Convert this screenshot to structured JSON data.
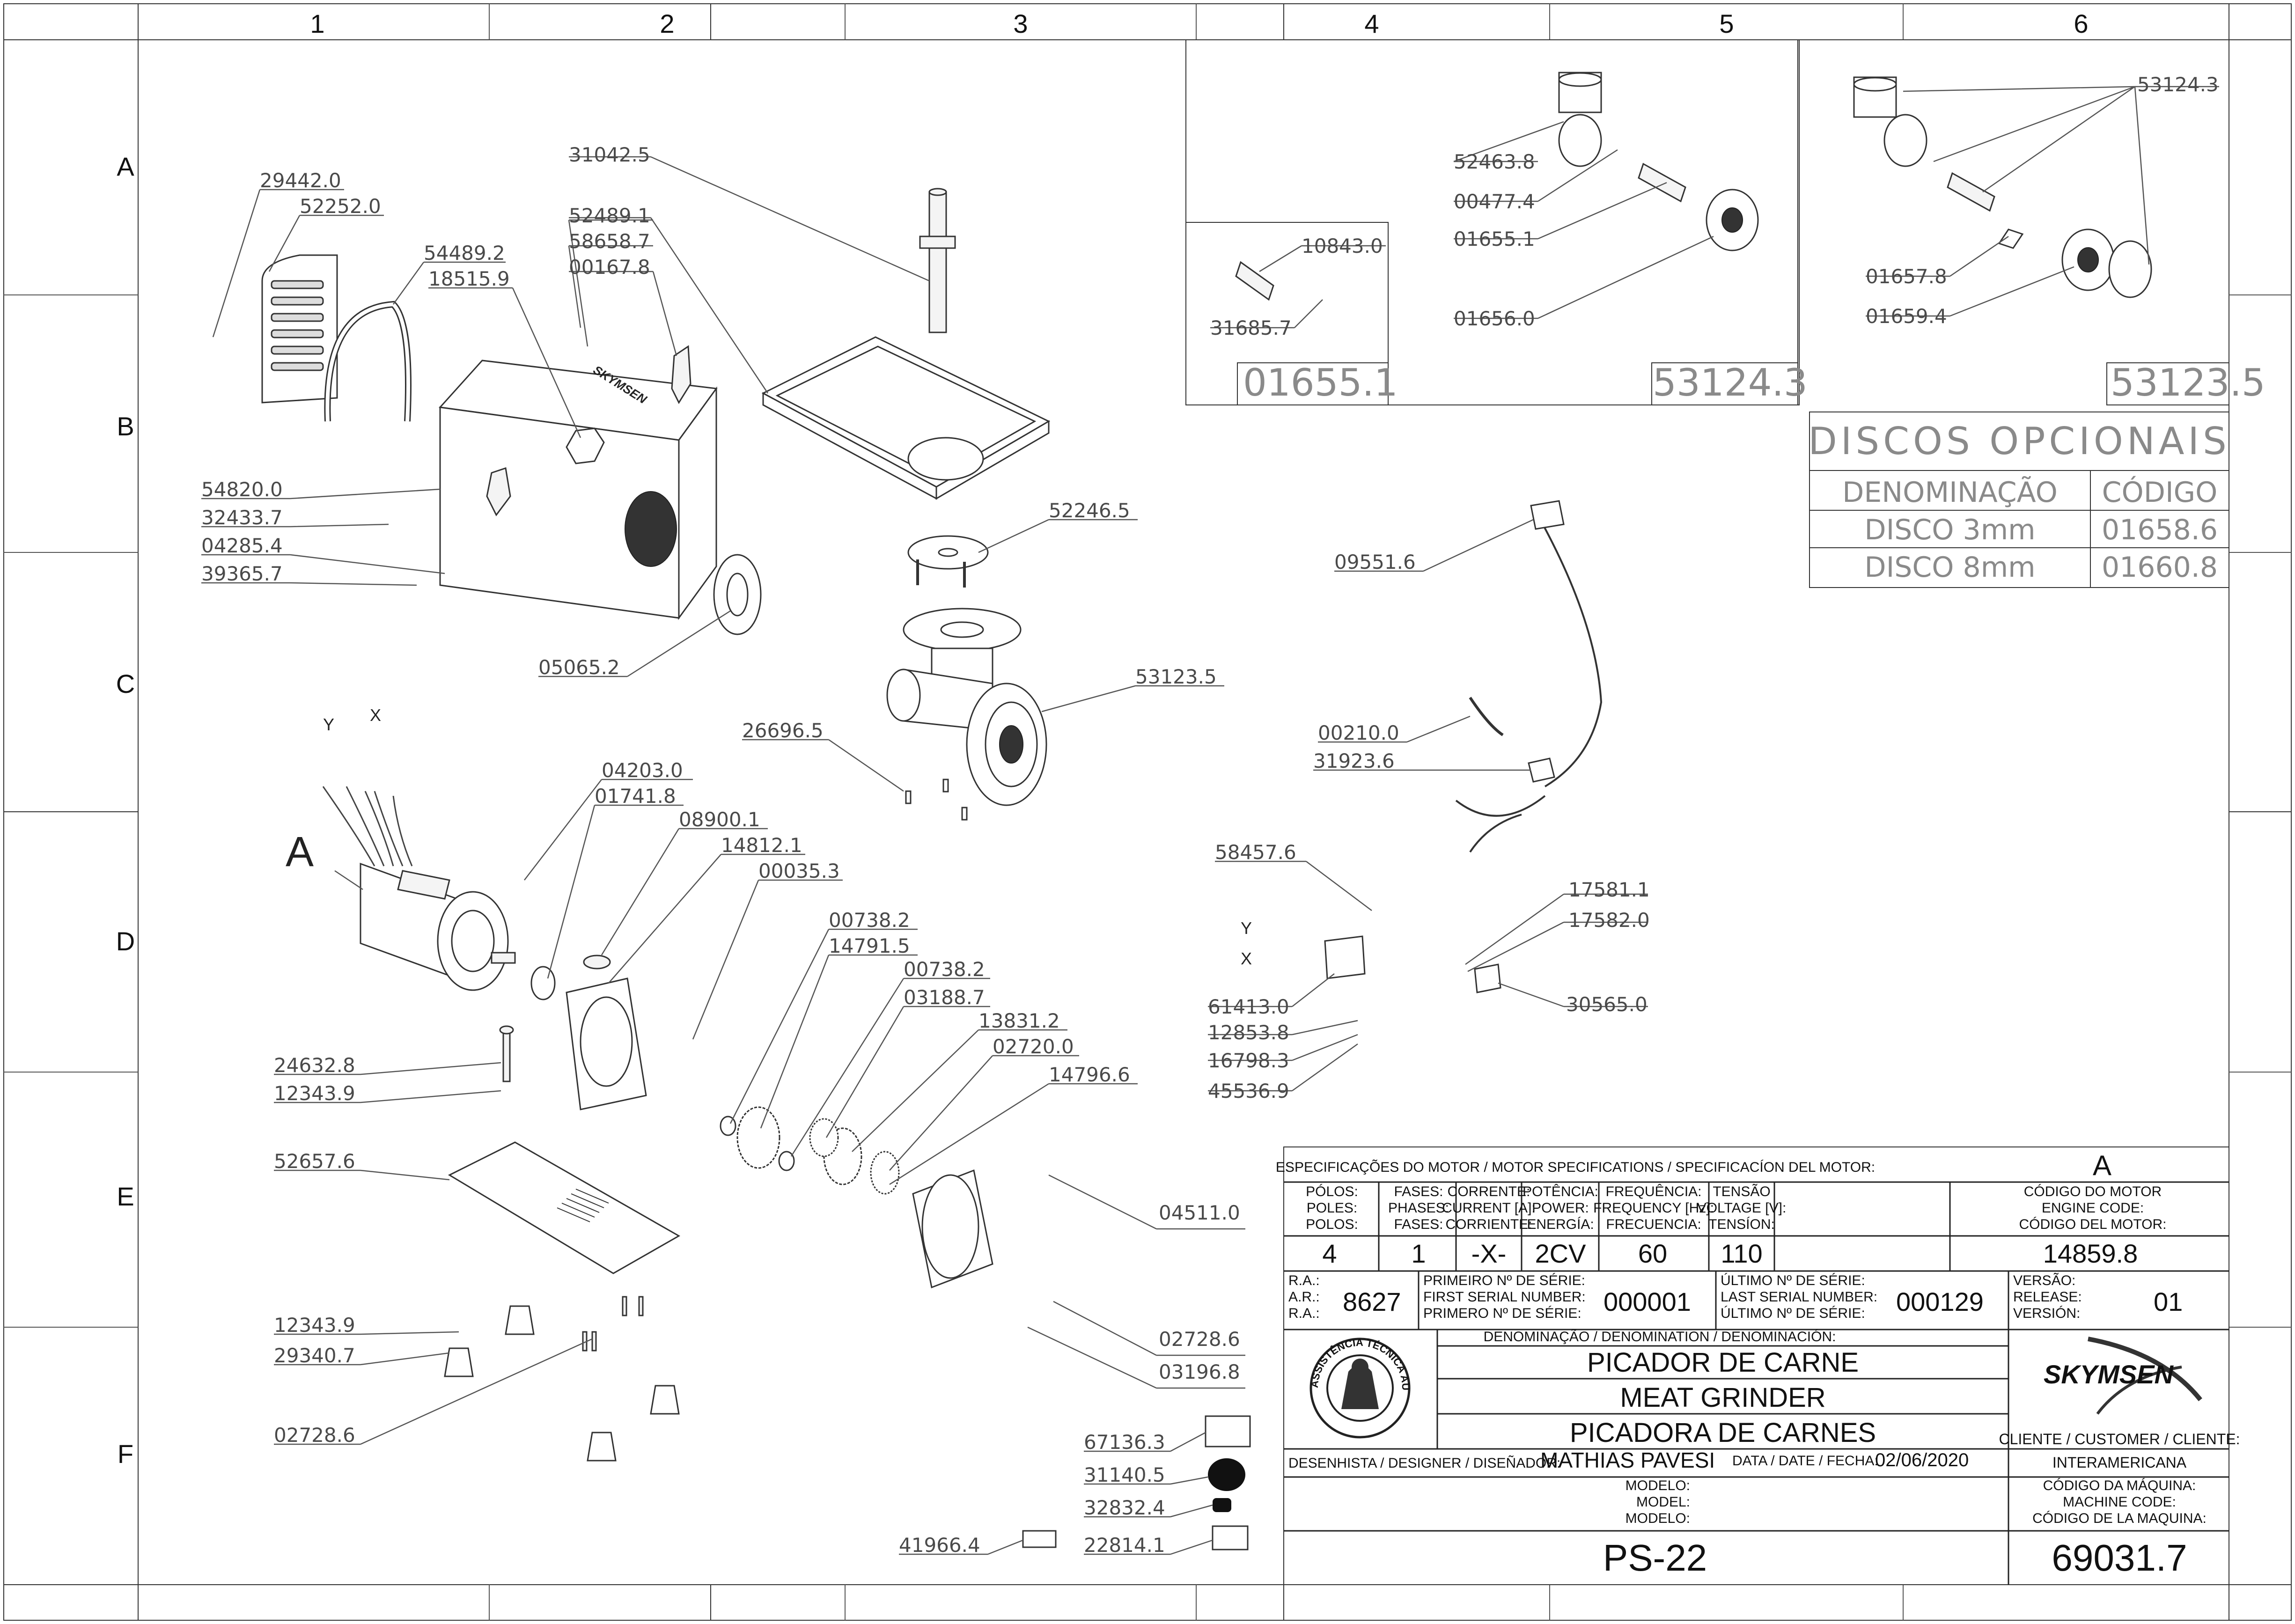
{
  "grid": {
    "columns": [
      "1",
      "2",
      "3",
      "4",
      "5",
      "6"
    ],
    "rows": [
      "A",
      "B",
      "C",
      "D",
      "E",
      "F"
    ]
  },
  "part_labels": {
    "p29442": "29442.0",
    "p52252": "52252.0",
    "p54489": "54489.2",
    "p18515": "18515.9",
    "p52489": "52489.1",
    "p58658": "58658.7",
    "p00167": "00167.8",
    "p31042": "31042.5",
    "p54820": "54820.0",
    "p32433": "32433.7",
    "p04285": "04285.4",
    "p39365": "39365.7",
    "p05065": "05065.2",
    "p52246": "52246.5",
    "p53123": "53123.5",
    "p26696": "26696.5",
    "p04203": "04203.0",
    "p01741": "01741.8",
    "p08900": "08900.1",
    "p14812": "14812.1",
    "p00035": "00035.3",
    "p00738a": "00738.2",
    "p14791": "14791.5",
    "p00738b": "00738.2",
    "p03188": "03188.7",
    "p13831": "13831.2",
    "p02720": "02720.0",
    "p14796": "14796.6",
    "p24632": "24632.8",
    "p12343a": "12343.9",
    "p52657": "52657.6",
    "p12343b": "12343.9",
    "p29340": "29340.7",
    "p02728a": "02728.6",
    "p04511": "04511.0",
    "p02728b": "02728.6",
    "p03196": "03196.8",
    "p67136": "67136.3",
    "p31140": "31140.5",
    "p32832": "32832.4",
    "p41966": "41966.4",
    "p22814": "22814.1",
    "p09551": "09551.6",
    "p00210": "00210.0",
    "p31923": "31923.6",
    "p58457": "58457.6",
    "p17581": "17581.1",
    "p17582": "17582.0",
    "p30565": "30565.0",
    "p61413": "61413.0",
    "p12853": "12853.8",
    "p16798": "16798.3",
    "p45536": "45536.9",
    "p52463": "52463.8",
    "p00477": "00477.4",
    "p01655a": "01655.1",
    "p01656": "01656.0",
    "p10843": "10843.0",
    "p31685": "31685.7",
    "p53124": "53124.3",
    "p01657": "01657.8",
    "p01659": "01659.4"
  },
  "annotations": {
    "motor_ref": "A",
    "axis_y": "Y",
    "axis_x": "X",
    "brand_on_part": "SKYMSEN"
  },
  "option_boxes": {
    "box1": "01655.1",
    "box2": "53124.3",
    "box3": "53123.5"
  },
  "discos": {
    "title": "DISCOS OPCIONAIS",
    "col_name": "DENOMINAÇÃO",
    "col_code": "CÓDIGO",
    "rows": [
      {
        "name": "DISCO 3mm",
        "code": "01658.6"
      },
      {
        "name": "DISCO 8mm",
        "code": "01660.8"
      }
    ]
  },
  "title_block": {
    "motor_spec_header": "ESPECIFICAÇÕES DO MOTOR / MOTOR SPECIFICATIONS / SPECIFICACÍON DEL MOTOR:",
    "motor_ref": "A",
    "headers": [
      [
        "PÓLOS:",
        "POLES:",
        "POLOS:"
      ],
      [
        "FASES:",
        "PHASES:",
        "FASES:"
      ],
      [
        "CORRENTE:",
        "CURRENT [A]:",
        "CORRIENTE:"
      ],
      [
        "POTÊNCIA:",
        "POWER:",
        "ENERGÍA:"
      ],
      [
        "FREQUÊNCIA:",
        "FREQUENCY [Hz]:",
        "FRECUENCIA:"
      ],
      [
        "TENSÃO",
        "VOLTAGE [V]:",
        "TENSÍON:"
      ],
      [
        "CÓDIGO DO MOTOR",
        "ENGINE CODE:",
        "CÓDIGO DEL MOTOR:"
      ]
    ],
    "values": [
      "4",
      "1",
      "-X-",
      "2CV",
      "60",
      "110",
      "14859.8"
    ],
    "ra_labels": [
      "R.A.:",
      "A.R.:",
      "R.A.:"
    ],
    "ra_value": "8627",
    "first_serial_labels": [
      "PRIMEIRO Nº DE SÉRIE:",
      "FIRST SERIAL NUMBER:",
      "PRIMERO Nº DE SÉRIE:"
    ],
    "first_serial": "000001",
    "last_serial_labels": [
      "ÚLTIMO Nº DE SÉRIE:",
      "LAST SERIAL NUMBER:",
      "ÚLTIMO Nº DE SÉRIE:"
    ],
    "last_serial": "000129",
    "version_labels": [
      "VERSÃO:",
      "RELEASE:",
      "VERSIÓN:"
    ],
    "version": "01",
    "denomination_header": "DENOMINAÇÃO / DENOMINATION / DENOMINACIÓN:",
    "names": [
      "PICADOR DE CARNE",
      "MEAT GRINDER",
      "PICADORA DE CARNES"
    ],
    "brand": "SKYMSEN",
    "seal_text": "ASSISTÊNCIA TÉCNICA AUTORIZADA",
    "client_header": "CLIENTE / CUSTOMER / CLIENTE:",
    "client": "INTERAMERICANA",
    "designer_label": "DESENHISTA / DESIGNER / DISEÑADOR:",
    "designer": "MATHIAS PAVESI",
    "date_label": "DATA / DATE / FECHA:",
    "date": "02/06/2020",
    "model_labels": [
      "MODELO:",
      "MODEL:",
      "MODELO:"
    ],
    "model": "PS-22",
    "machine_code_labels": [
      "CÓDIGO DA MÁQUINA:",
      "MACHINE CODE:",
      "CÓDIGO DE LA MAQUINA:"
    ],
    "machine_code": "69031.7"
  }
}
